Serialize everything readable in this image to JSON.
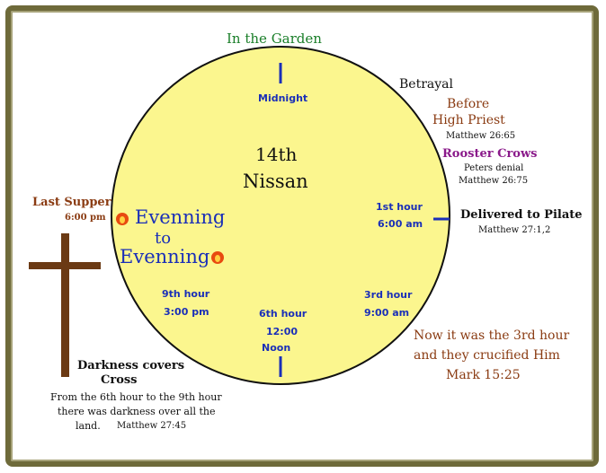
{
  "center": {
    "line1": "14th",
    "line2": "Nissan"
  },
  "cycle": {
    "line1": "Evenning",
    "line2": "to",
    "line3": "Evenning"
  },
  "top": {
    "label": "In the Garden"
  },
  "clock_labels": {
    "midnight": "Midnight",
    "first_hour": "1st hour",
    "first_time": "6:00 am",
    "third_hour": "3rd hour",
    "third_time": "9:00 am",
    "sixth_hour": "6th hour",
    "sixth_time": "12:00",
    "sixth_noon": "Noon",
    "ninth_hour": "9th hour",
    "ninth_time": "3:00 pm"
  },
  "betrayal": "Betrayal",
  "before": {
    "line1": "Before",
    "line2": "High Priest",
    "ref": "Matthew 26:65"
  },
  "rooster": {
    "title": "Rooster Crows",
    "line": "Peters denial",
    "ref": "Matthew 26:75"
  },
  "pilate": {
    "title": "Delivered to Pilate",
    "ref": "Matthew 27:1,2"
  },
  "supper": {
    "title": "Last Supper",
    "time": "6:00 pm"
  },
  "crucified": {
    "line1": "Now it was the 3rd hour",
    "line2": "and they crucified Him",
    "ref": "Mark 15:25"
  },
  "darkness": {
    "line1": "Darkness covers",
    "line2": "Cross",
    "line3": "From the 6th hour to the 9th hour",
    "line4": "there was darkness over all the",
    "line5": "land.",
    "ref": "Matthew 27:45"
  },
  "colors": {
    "circle": "#fbf68e",
    "frame": "#6e6a3a",
    "cross": "#6b3a14",
    "blue": "#1a2fb8",
    "green": "#1b7f2a",
    "brown": "#8a3b12",
    "purple": "#8a1a8a"
  }
}
